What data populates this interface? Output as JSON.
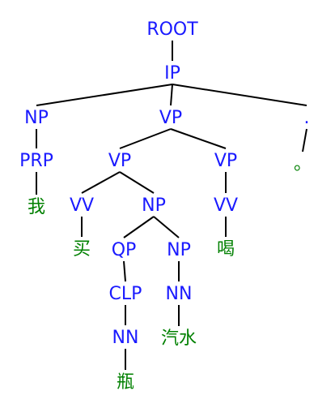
{
  "tree": {
    "colors": {
      "tag": "#1a1aff",
      "word": "#008000",
      "edge": "#000000"
    },
    "nodes": [
      {
        "id": "root",
        "label": "ROOT",
        "kind": "tag"
      },
      {
        "id": "ip",
        "label": "IP",
        "kind": "tag",
        "parent": "root"
      },
      {
        "id": "np1",
        "label": "NP",
        "kind": "tag",
        "parent": "ip"
      },
      {
        "id": "vp1",
        "label": "VP",
        "kind": "tag",
        "parent": "ip"
      },
      {
        "id": "pu",
        "label": ".",
        "kind": "tag",
        "parent": "ip"
      },
      {
        "id": "prp",
        "label": "PRP",
        "kind": "tag",
        "parent": "np1"
      },
      {
        "id": "w-wo",
        "label": "我",
        "kind": "word",
        "parent": "prp"
      },
      {
        "id": "vp2",
        "label": "VP",
        "kind": "tag",
        "parent": "vp1"
      },
      {
        "id": "vp3",
        "label": "VP",
        "kind": "tag",
        "parent": "vp1"
      },
      {
        "id": "vv1",
        "label": "VV",
        "kind": "tag",
        "parent": "vp2"
      },
      {
        "id": "np2",
        "label": "NP",
        "kind": "tag",
        "parent": "vp2"
      },
      {
        "id": "w-mai",
        "label": "买",
        "kind": "word",
        "parent": "vv1"
      },
      {
        "id": "qp",
        "label": "QP",
        "kind": "tag",
        "parent": "np2"
      },
      {
        "id": "np3",
        "label": "NP",
        "kind": "tag",
        "parent": "np2"
      },
      {
        "id": "clp",
        "label": "CLP",
        "kind": "tag",
        "parent": "qp"
      },
      {
        "id": "nn1",
        "label": "NN",
        "kind": "tag",
        "parent": "clp"
      },
      {
        "id": "w-ping",
        "label": "瓶",
        "kind": "word",
        "parent": "nn1"
      },
      {
        "id": "nn2",
        "label": "NN",
        "kind": "tag",
        "parent": "np3"
      },
      {
        "id": "w-qishui",
        "label": "汽水",
        "kind": "word",
        "parent": "nn2"
      },
      {
        "id": "vv2",
        "label": "VV",
        "kind": "tag",
        "parent": "vp3"
      },
      {
        "id": "w-he",
        "label": "喝",
        "kind": "word",
        "parent": "vv2"
      },
      {
        "id": "w-period",
        "label": "。",
        "kind": "word",
        "parent": "pu"
      }
    ]
  }
}
